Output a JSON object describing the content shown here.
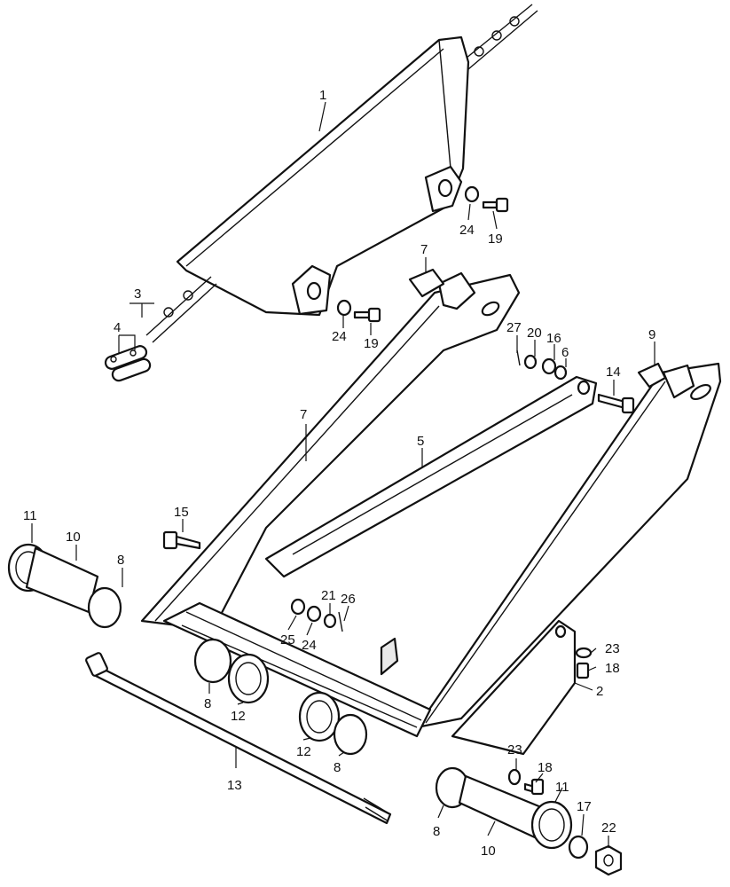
{
  "callouts": {
    "n1": "1",
    "n2": "2",
    "n3": "3",
    "n4": "4",
    "n5": "5",
    "n6": "6",
    "n7a": "7",
    "n7b": "7",
    "n8a": "8",
    "n8b": "8",
    "n8c": "8",
    "n8d": "8",
    "n9": "9",
    "n10a": "10",
    "n10b": "10",
    "n11a": "11",
    "n11b": "11",
    "n12a": "12",
    "n12b": "12",
    "n13": "13",
    "n14": "14",
    "n15": "15",
    "n16": "16",
    "n17": "17",
    "n18a": "18",
    "n18b": "18",
    "n19a": "19",
    "n19b": "19",
    "n20": "20",
    "n21": "21",
    "n22": "22",
    "n23a": "23",
    "n23b": "23",
    "n24a": "24",
    "n24b": "24",
    "n24c": "24",
    "n25": "25",
    "n26": "26",
    "n27": "27"
  }
}
